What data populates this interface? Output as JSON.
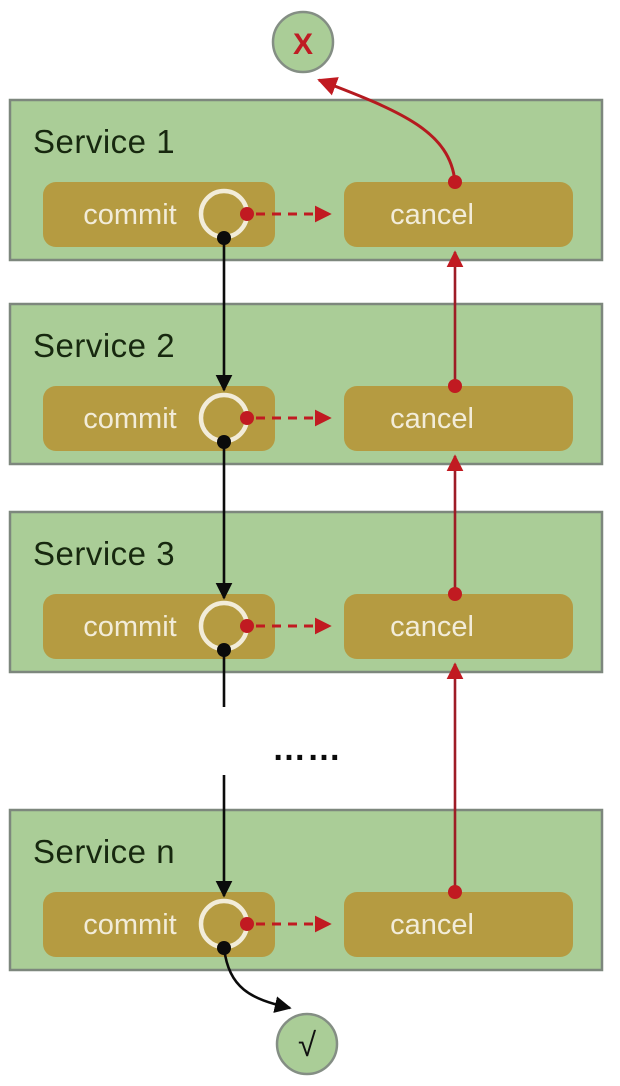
{
  "diagram": {
    "type": "saga-transaction-flow",
    "failure_node": {
      "label": "X"
    },
    "success_node": {
      "label": "√"
    },
    "ellipsis": "……",
    "services": [
      {
        "title": "Service 1",
        "commit_label": "commit",
        "cancel_label": "cancel"
      },
      {
        "title": "Service 2",
        "commit_label": "commit",
        "cancel_label": "cancel"
      },
      {
        "title": "Service 3",
        "commit_label": "commit",
        "cancel_label": "cancel"
      },
      {
        "title": "Service n",
        "commit_label": "commit",
        "cancel_label": "cancel"
      }
    ],
    "colors": {
      "service_fill": "#aacd97",
      "service_border": "#7d877d",
      "action_box_fill": "#b59b41",
      "action_text": "#f2ecd9",
      "circle_stroke": "#f2ecd9",
      "forward_flow": "#0b0b0b",
      "rollback_flow": "#c11a21",
      "title_text": "#17280f"
    }
  }
}
